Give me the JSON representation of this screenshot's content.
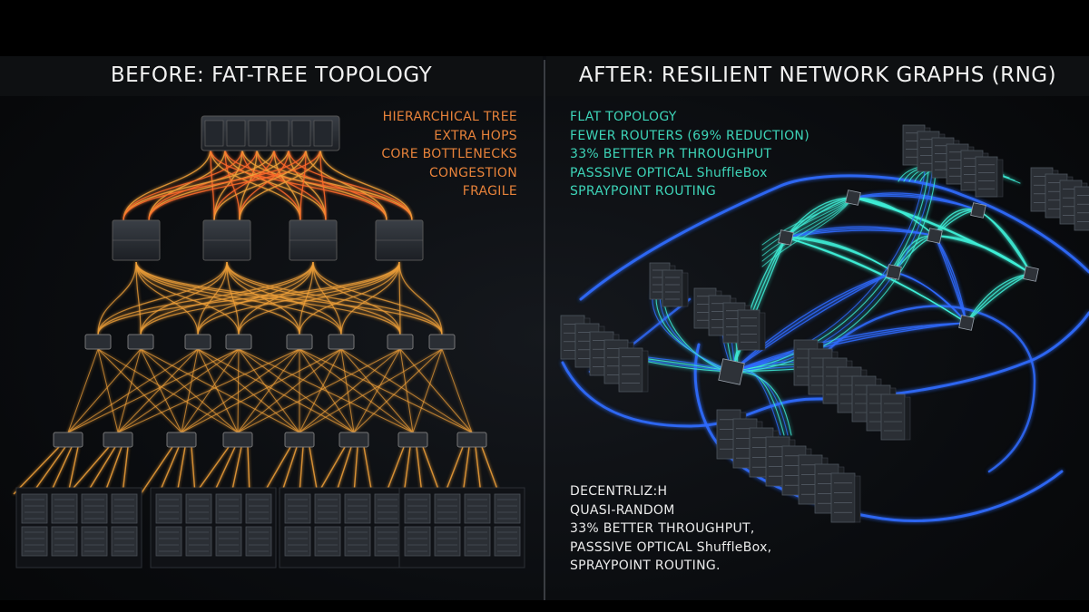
{
  "panels": {
    "before": {
      "title": "BEFORE: FAT-TREE TOPOLOGY",
      "features": [
        "HIERARCHICAL TREE",
        "EXTRA HOPS",
        "CORE BOTTLENECKS",
        "CONGESTION",
        "FRAGILE"
      ],
      "accent": "#e7823a"
    },
    "after": {
      "title": "AFTER: RESILIENT NETWORK GRAPHS (RNG)",
      "features": [
        "FLAT TOPOLOGY",
        "FEWER ROUTERS (69% REDUCTION)",
        "33% BETTER PR THROUGHPUT",
        "PASSSIVE OPTICAL ShuffleBox",
        "SPRAYPOINT ROUTING"
      ],
      "notes": [
        "DECENTRLIZ:H",
        "QUASI-RANDOM",
        "33% BETTER THROUGHPUT,",
        "PASSSIVE OPTICAL ShuffleBox,",
        "SPRAYPOINT ROUTING."
      ],
      "accent": "#3dd4b8"
    }
  },
  "colors": {
    "fat_tree_links": "#f2a23a",
    "fat_tree_core_links": "#ff6a2a",
    "rng_links_cyan": "#3ff0d8",
    "rng_links_blue": "#2f6bff",
    "server": "#2b2f35"
  }
}
